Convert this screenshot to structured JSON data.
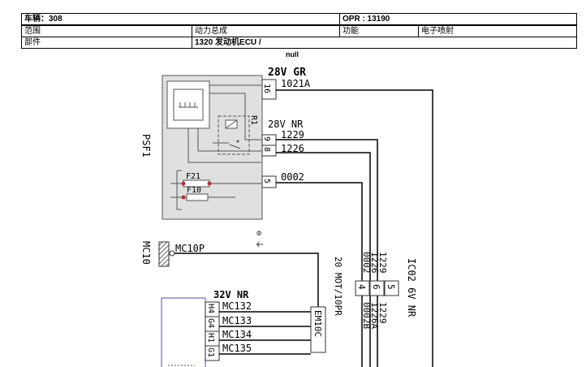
{
  "header": {
    "vehicle": "车辆：308",
    "opr": "OPR : 13190",
    "scope_label": "范围",
    "scope_value": "动力总成",
    "function_label": "功能",
    "function_value": "电子喷射",
    "part_label": "部件",
    "part_value": "1320 发动机ECU /"
  },
  "caption": "null",
  "diagram": {
    "psf1_label": "PSF1",
    "psf1_top_voltage": "28V GR",
    "psf1_mid_voltage": "28V NR",
    "relay_label": "R1",
    "fuse_f21": "F21",
    "fuse_f10": "F10",
    "pins": {
      "p16": "16",
      "p9": "9",
      "p8": "8",
      "p5": "5"
    },
    "wires": {
      "w1021A": "1021A",
      "w1229": "1229",
      "w1226": "1226",
      "w0002": "0002"
    },
    "ground_symbol": "⊖ ⏚",
    "mc10_label": "MC10",
    "mc10p_label": "MC10P",
    "connector_20": "20 MOT/10PR",
    "vert_wires_top": [
      "0002",
      "1226",
      "1229"
    ],
    "conn_pins": [
      "4",
      "6",
      "5"
    ],
    "vert_wires_bottom": [
      "0002B",
      "1226A",
      "1229"
    ],
    "ic02_label": "IC02 6V NR",
    "ecu_voltage": "32V NR",
    "ecu_pins": [
      "H4",
      "G4",
      "H1",
      "G1"
    ],
    "mc_wires": [
      "MC132",
      "MC133",
      "MC134",
      "MC135"
    ],
    "em10c": "EM10C"
  }
}
